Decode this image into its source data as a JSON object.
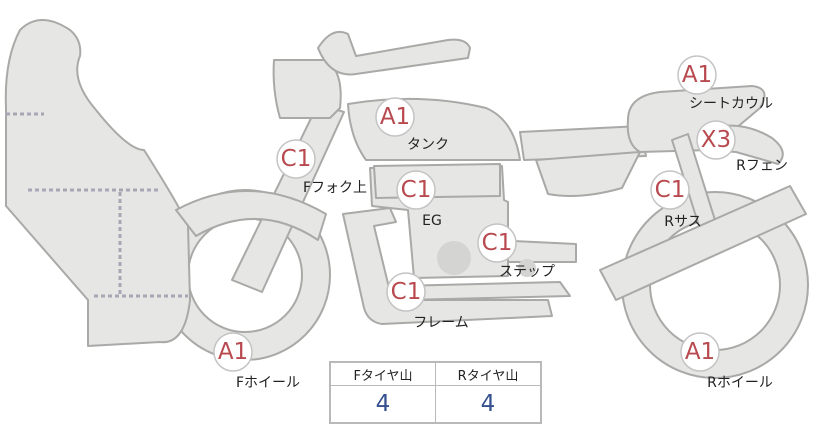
{
  "colors": {
    "grade_text": "#b84a4f",
    "tire_value_text": "#35508f",
    "part_fill": "#e6e6e4",
    "part_stroke": "#a9a9a7",
    "seam": "#a6a6b4"
  },
  "annotations": {
    "tank": {
      "grade": "A1",
      "label": "タンク"
    },
    "front_fork_upper": {
      "grade": "C1",
      "label": "Fフォク上"
    },
    "engine": {
      "grade": "C1",
      "label": "EG"
    },
    "step": {
      "grade": "C1",
      "label": "ステップ"
    },
    "frame": {
      "grade": "C1",
      "label": "フレーム"
    },
    "front_wheel": {
      "grade": "A1",
      "label": "Fホイール"
    },
    "seat_cowl": {
      "grade": "A1",
      "label": "シートカウル"
    },
    "rear_fender": {
      "grade": "X3",
      "label": "Rフェン"
    },
    "rear_suspension": {
      "grade": "C1",
      "label": "Rサス"
    },
    "rear_wheel": {
      "grade": "A1",
      "label": "Rホイール"
    }
  },
  "tire_table": {
    "headers": [
      "Fタイヤ山",
      "Rタイヤ山"
    ],
    "values": [
      "4",
      "4"
    ]
  }
}
